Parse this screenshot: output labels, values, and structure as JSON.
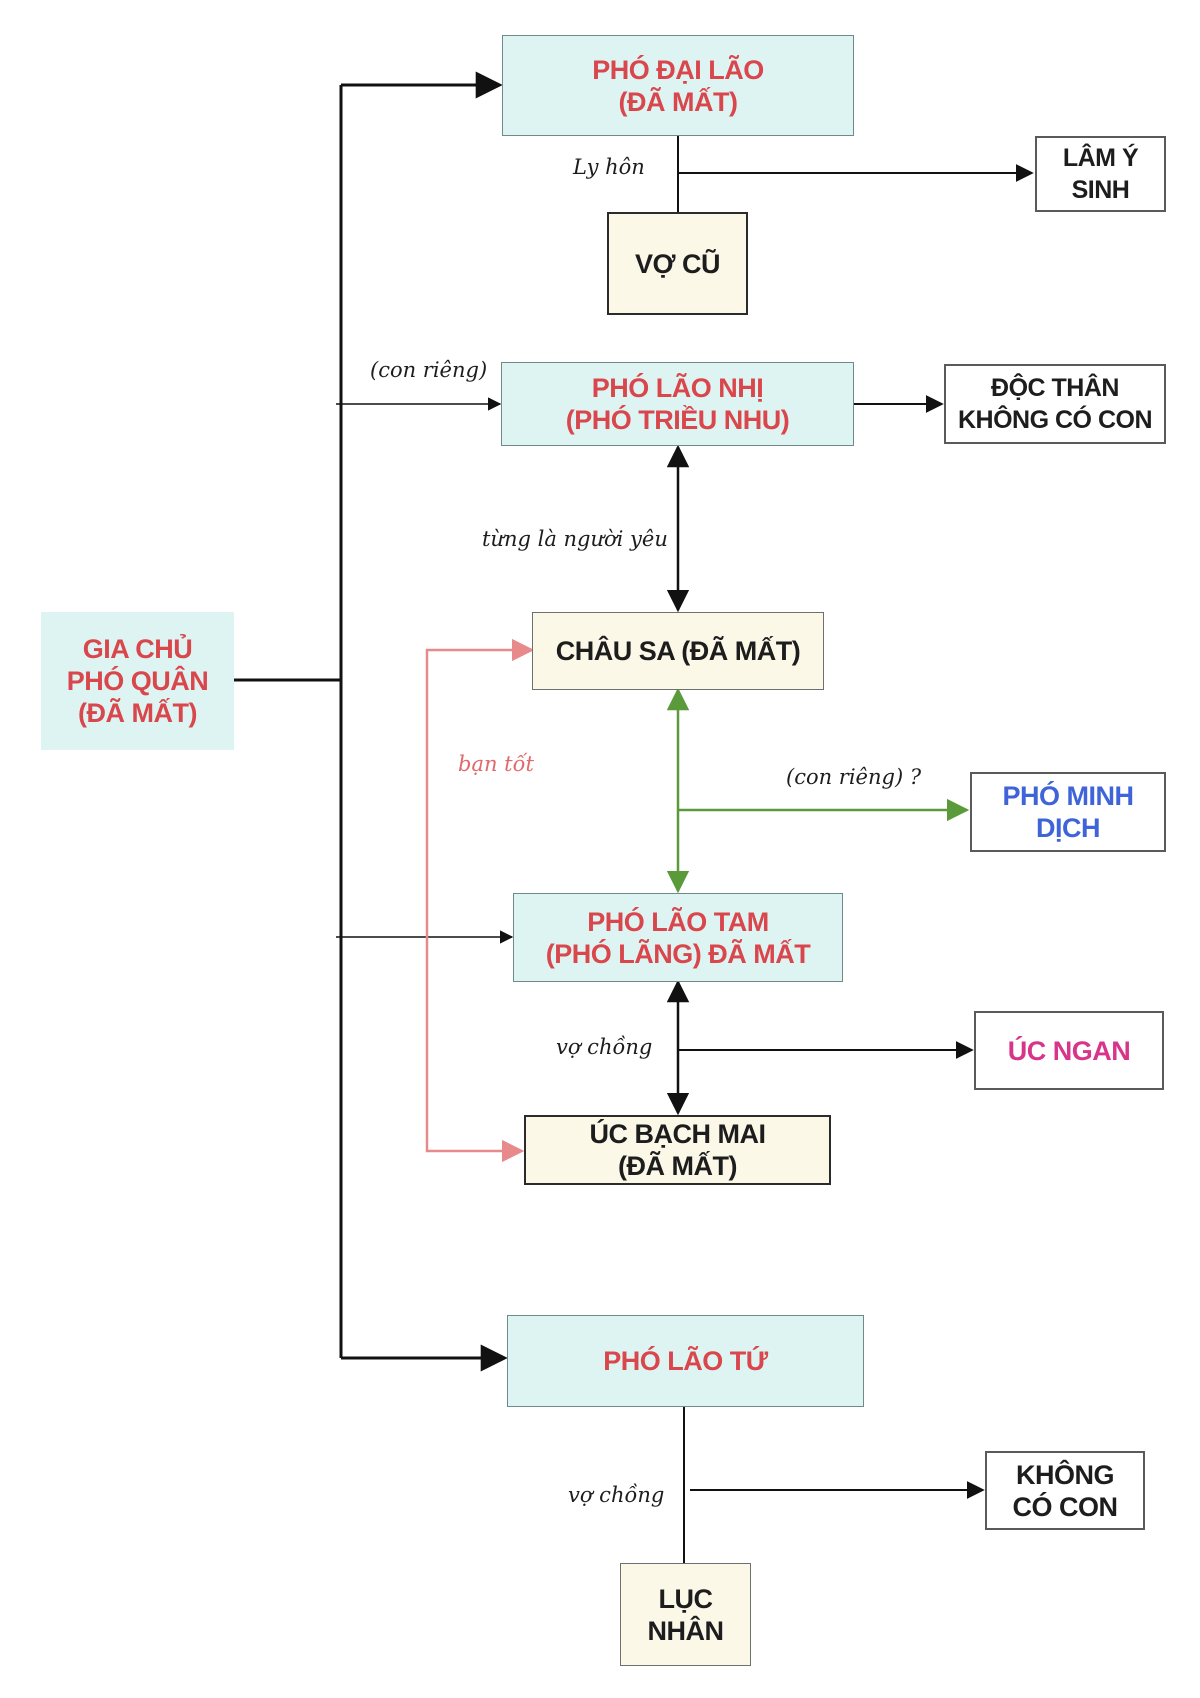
{
  "nodes": {
    "head": {
      "line1": "GIA CHỦ",
      "line2": "PHÓ QUÂN",
      "line3": "(ĐÃ MẤT)"
    },
    "dai_lao": {
      "line1": "PHÓ ĐẠI LÃO",
      "line2": "(ĐÃ MẤT)"
    },
    "vo_cu": {
      "line1": "VỢ CŨ"
    },
    "lam_y_sinh": {
      "line1": "LÂM Ý",
      "line2": "SINH"
    },
    "lao_nhi": {
      "line1": "PHÓ LÃO NHỊ",
      "line2": "(PHÓ TRIỀU NHU)"
    },
    "doc_than": {
      "line1": "ĐỘC THÂN",
      "line2": "KHÔNG CÓ CON"
    },
    "chau_sa": {
      "line1": "CHÂU SA (ĐÃ MẤT)"
    },
    "pho_minh_dich": {
      "line1": "PHÓ MINH",
      "line2": "DỊCH"
    },
    "lao_tam": {
      "line1": "PHÓ LÃO TAM",
      "line2": "(PHÓ LÃNG) ĐÃ MẤT"
    },
    "uc_ngan": {
      "line1": "ÚC NGAN"
    },
    "uc_bach_mai": {
      "line1": "ÚC BẠCH MAI",
      "line2": "(ĐÃ MẤT)"
    },
    "lao_tu": {
      "line1": "PHÓ LÃO TỨ"
    },
    "khong_co_con": {
      "line1": "KHÔNG",
      "line2": "CÓ CON"
    },
    "luc_nhan": {
      "line1": "LỤC NHÂN"
    }
  },
  "labels": {
    "ly_hon": "Ly hôn",
    "con_rieng_1": "(con riêng)",
    "tung_la_nguoi_yeu": "từng là người yêu",
    "ban_tot": "bạn tốt",
    "con_rieng_2": "(con riêng) ?",
    "vo_chong_1": "vợ chồng",
    "vo_chong_2": "vợ chồng"
  },
  "colors": {
    "teal_fill": "#def4f3",
    "cream_fill": "#fbf8e8",
    "name_red": "#d9474c",
    "name_blue": "#3f63d8",
    "name_pink": "#d8358a",
    "link_green": "#5a9a3a",
    "link_pink": "#e88a8c",
    "line_black": "#111111"
  }
}
